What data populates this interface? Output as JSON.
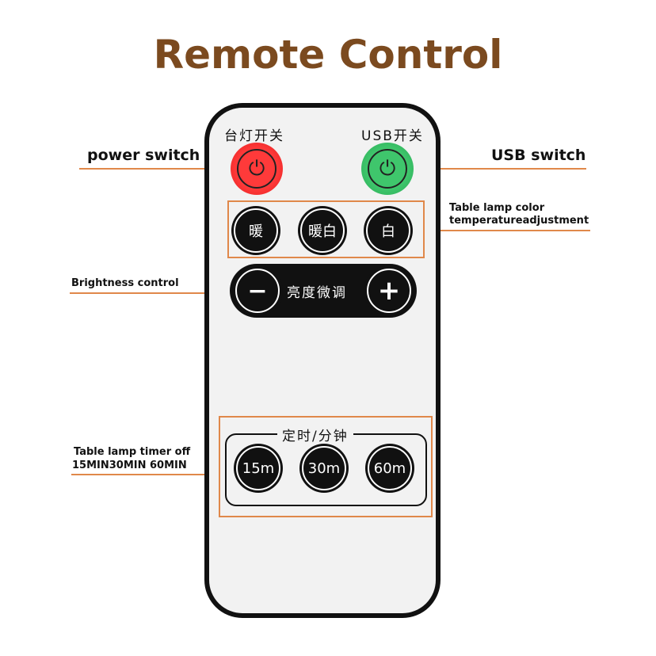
{
  "title": "Remote Control",
  "remote": {
    "lamp_switch_label": "台灯开关",
    "usb_switch_label": "USB开关",
    "color_buttons": [
      "暖",
      "暖白",
      "白"
    ],
    "brightness_label": "亮度微调",
    "brightness_minus": "−",
    "brightness_plus": "+",
    "timer_label": "定时/分钟",
    "timer_buttons": [
      "15m",
      "30m",
      "60m"
    ]
  },
  "callouts": {
    "power": "power switch",
    "usb": "USB switch",
    "color_line1": "Table lamp color",
    "color_line2": "temperatureadjustment",
    "brightness": "Brightness control",
    "timer_line1": "Table lamp timer off",
    "timer_line2": "15MIN30MIN 60MIN"
  },
  "colors": {
    "title": "#7b4a1f",
    "power_button": "#ee2a2a",
    "usb_button": "#3ec36a",
    "callout_line": "#e0884a"
  }
}
